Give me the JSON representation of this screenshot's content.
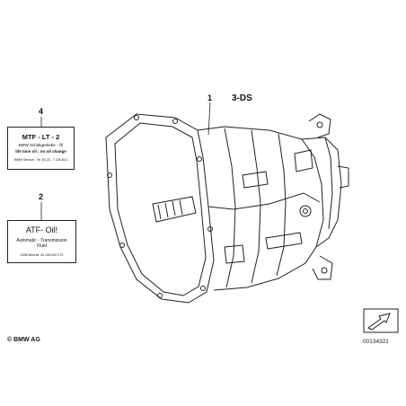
{
  "callouts": {
    "part1": "1",
    "part2": "2",
    "part4": "4",
    "variant": "3-DS"
  },
  "label_mtf": {
    "title": "MTF - LT - 2",
    "line1": "BMW Schaltgetriebe - Öl",
    "line2": "life time oil ; no oil change",
    "line3": "BMW Service - Nr.   83 22 - 7 226 614"
  },
  "label_atf": {
    "title": "ATF- Oil!",
    "line1": "Automatic - Transmission",
    "line2": "Fluid",
    "line3": "1996 Best.Nr. 81 226 620 272"
  },
  "footer": {
    "copyright": "© BMW AG",
    "ref_number": "00134321"
  }
}
